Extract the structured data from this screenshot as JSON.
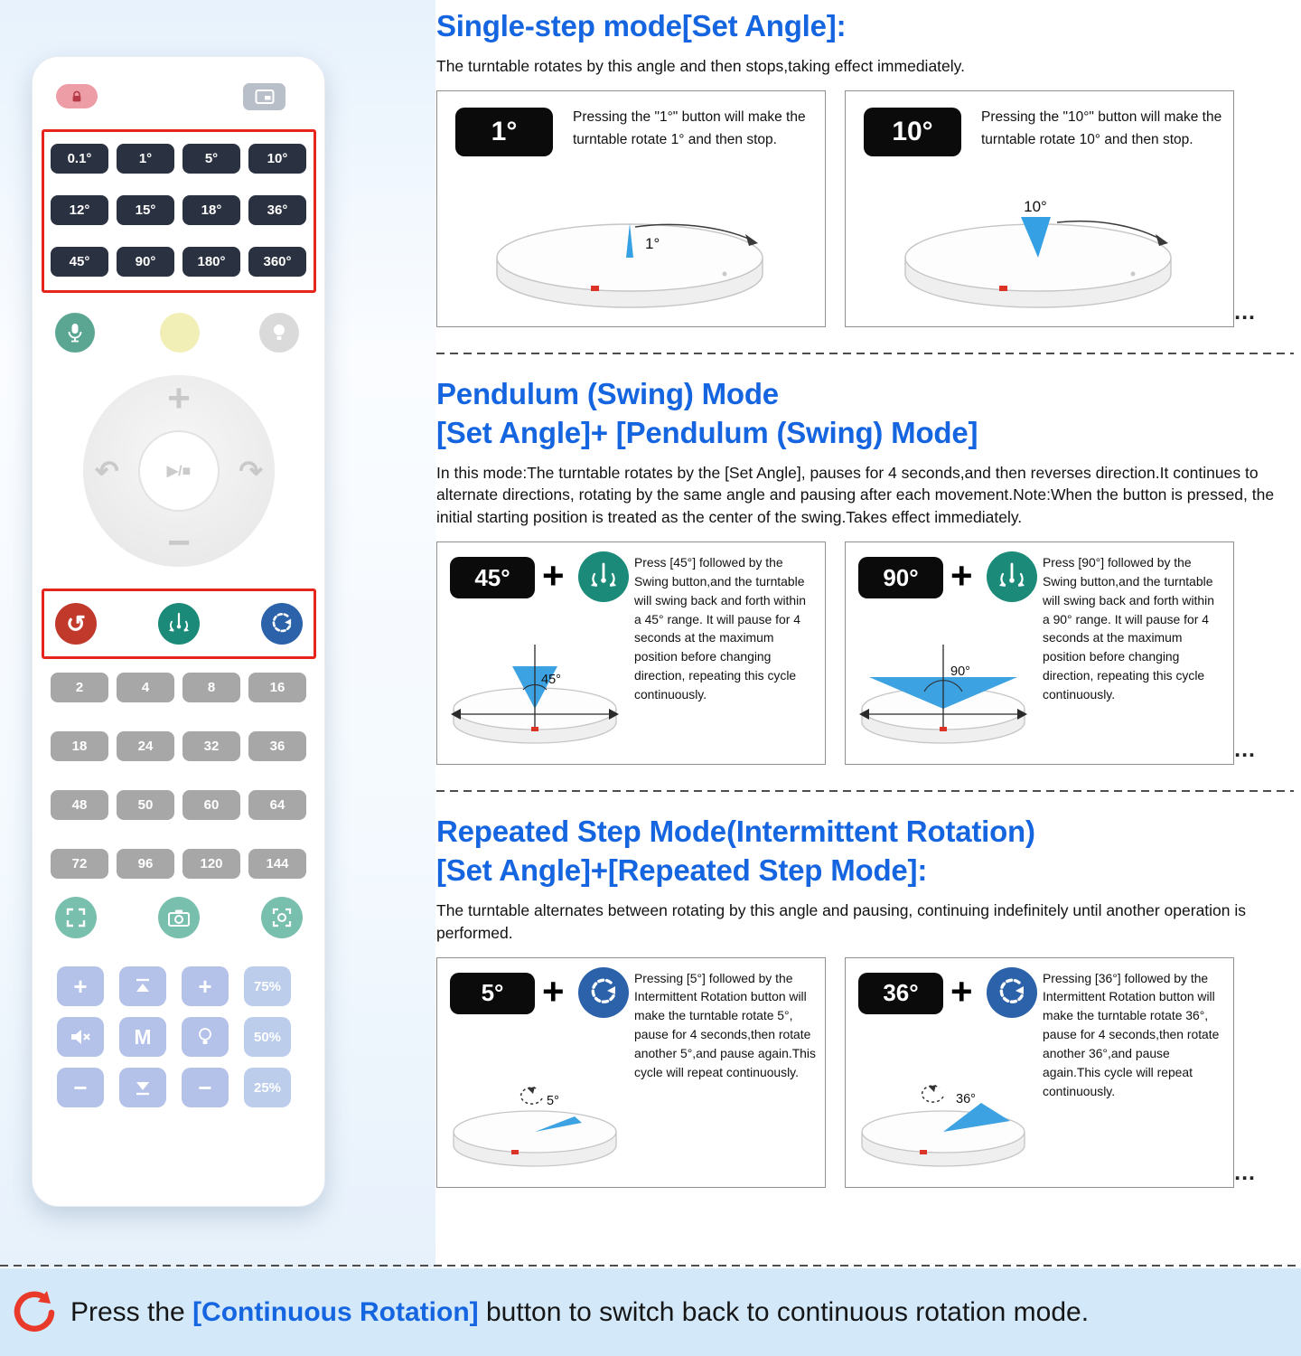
{
  "glyphs": {
    "plus": "+",
    "minus": "−",
    "play": "▶/■",
    "dots": "..."
  },
  "icons": {
    "rotate_left": "↶",
    "rotate_right": "↷",
    "ccw": "↺"
  },
  "colors": {
    "heading_blue": "#1565e0",
    "frame_red": "#e6251d",
    "chip_black": "#0b0b0b",
    "wedge_blue": "#35a0e4",
    "pendulum_teal": "#1b8a79",
    "intermittent_blue": "#2b62aa",
    "continuous_red": "#c0392b",
    "footer_bg": "#d3e9fa"
  },
  "remote": {
    "angle_rows": [
      [
        "0.1°",
        "1°",
        "5°",
        "10°"
      ],
      [
        "12°",
        "15°",
        "18°",
        "36°"
      ],
      [
        "45°",
        "90°",
        "180°",
        "360°"
      ]
    ],
    "number_rows": [
      [
        "2",
        "4",
        "8",
        "16"
      ],
      [
        "18",
        "24",
        "32",
        "36"
      ],
      [
        "48",
        "50",
        "60",
        "64"
      ],
      [
        "72",
        "96",
        "120",
        "144"
      ]
    ],
    "m_label": "M",
    "percent_labels": [
      "75%",
      "50%",
      "25%"
    ]
  },
  "sections": [
    {
      "title_lines": [
        "Single-step mode[Set Angle]:"
      ],
      "description": "The turntable rotates by this angle and then stops,taking effect immediately.",
      "cards": [
        {
          "angle": "1°",
          "text": "Pressing the \"1°\" button will make the turntable rotate 1° and then stop.",
          "diagram_label": "1°"
        },
        {
          "angle": "10°",
          "text": "Pressing the \"10°\" button will make the turntable rotate 10° and then stop.",
          "diagram_label": "10°"
        }
      ]
    },
    {
      "title_lines": [
        "Pendulum (Swing) Mode",
        "[Set Angle]+ [Pendulum (Swing) Mode]"
      ],
      "description": "In this mode:The turntable rotates by the [Set Angle], pauses for 4 seconds,and then reverses direction.It continues to alternate directions, rotating by the same angle and pausing after each movement.Note:When the button is pressed, the initial starting position is treated as the center of the swing.Takes effect immediately.",
      "cards": [
        {
          "angle": "45°",
          "text": "Press [45°] followed by the Swing button,and the turntable will swing back and forth within a 45° range. It will pause for 4 seconds at the maximum position before changing direction, repeating this cycle continuously.",
          "diagram_label": "45°"
        },
        {
          "angle": "90°",
          "text": "Press [90°] followed by the Swing button,and the turntable will swing back and forth within a 90° range. It will pause for 4 seconds at the maximum position before changing direction, repeating this cycle continuously.",
          "diagram_label": "90°"
        }
      ]
    },
    {
      "title_lines": [
        "Repeated Step Mode(Intermittent Rotation)",
        "[Set Angle]+[Repeated Step Mode]:"
      ],
      "description": "The turntable alternates between rotating by this angle and pausing, continuing indefinitely until another operation is performed.",
      "cards": [
        {
          "angle": "5°",
          "text": "Pressing [5°] followed by the Intermittent Rotation button will make the turntable rotate 5°, pause for 4 seconds,then rotate another 5°,and pause again.This cycle will repeat continuously.",
          "diagram_label": "5°"
        },
        {
          "angle": "36°",
          "text": "Pressing [36°] followed by the Intermittent Rotation button will make the turntable rotate 36°, pause for 4 seconds,then rotate another 36°,and pause again.This cycle will repeat continuously.",
          "diagram_label": "36°"
        }
      ]
    }
  ],
  "footer": {
    "prefix": "Press the ",
    "highlight": "[Continuous Rotation]",
    "suffix": " button to switch back to continuous rotation mode."
  }
}
